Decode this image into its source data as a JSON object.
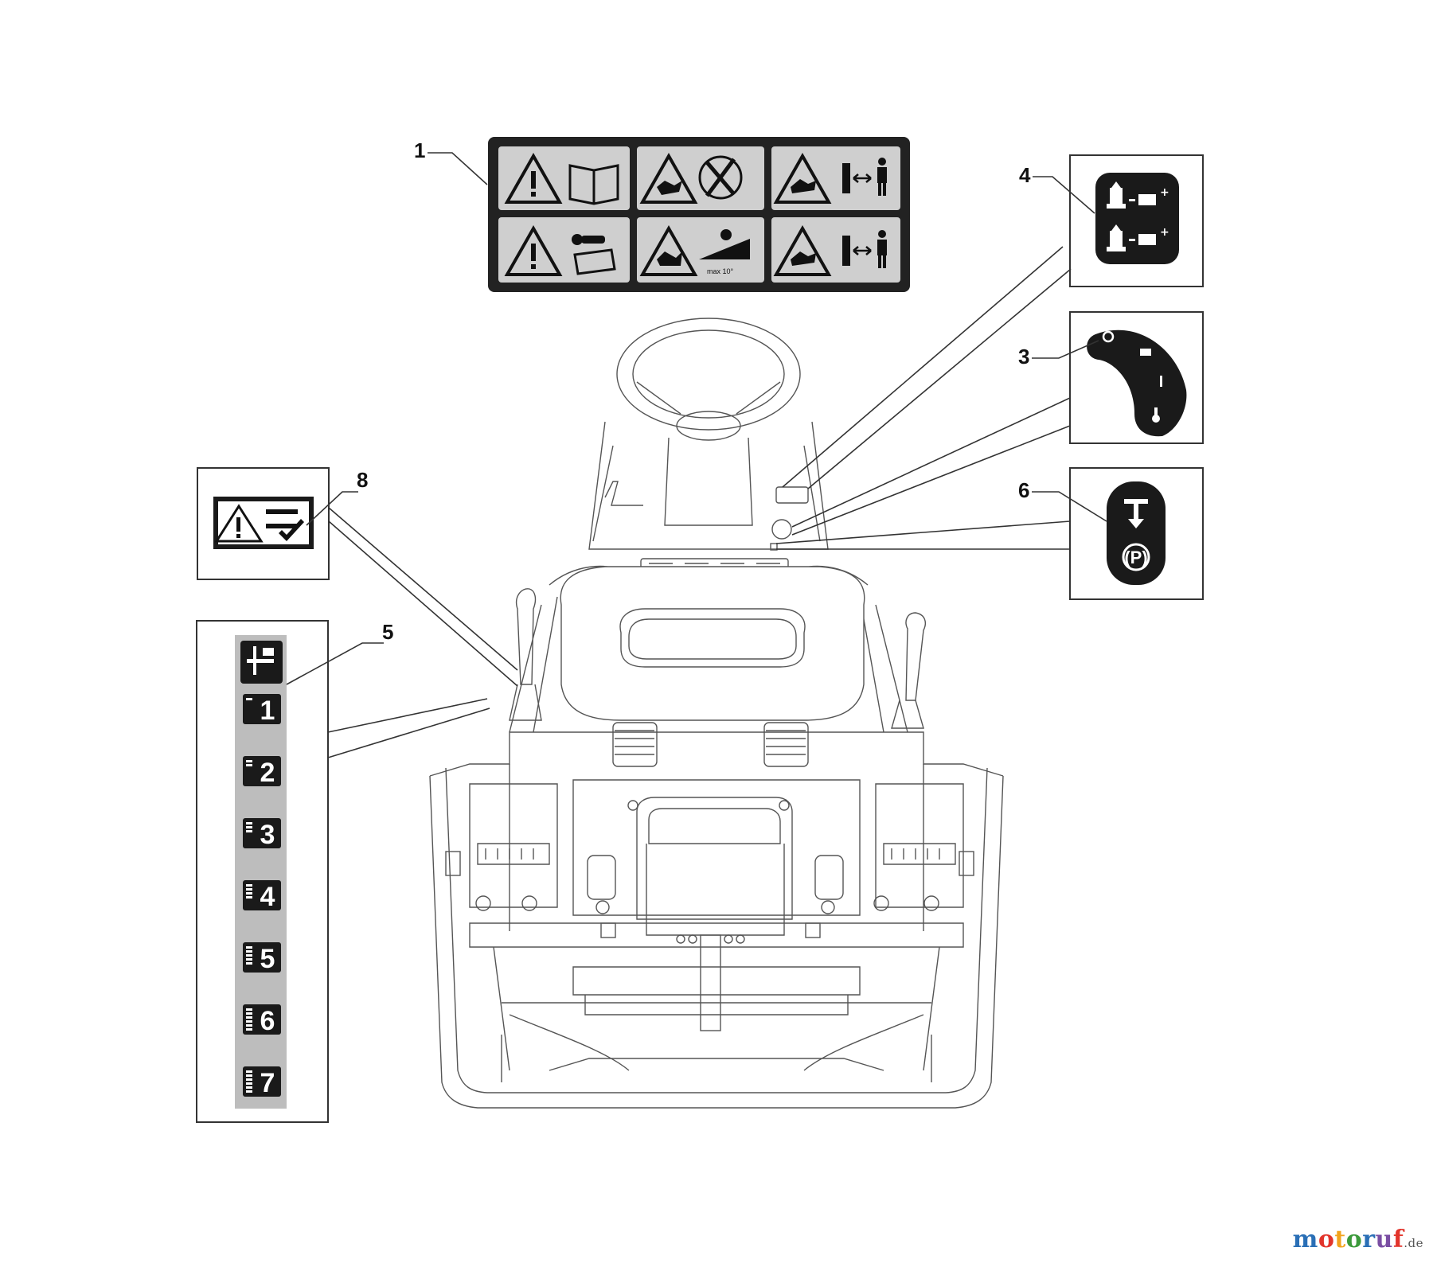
{
  "callouts": {
    "c1": "1",
    "c3": "3",
    "c4": "4",
    "c5": "5",
    "c6": "6",
    "c8": "8"
  },
  "decal5": {
    "gears": [
      "1",
      "2",
      "3",
      "4",
      "5",
      "6",
      "7"
    ]
  },
  "decal6": {
    "parking": "(P)"
  },
  "decal3": {
    "off": "O",
    "on": "I"
  },
  "decal1": {
    "speed_text": "max 10°"
  },
  "watermark": {
    "chars": [
      "m",
      "o",
      "t",
      "o",
      "r",
      "u",
      "f"
    ],
    "tld": ".de"
  }
}
